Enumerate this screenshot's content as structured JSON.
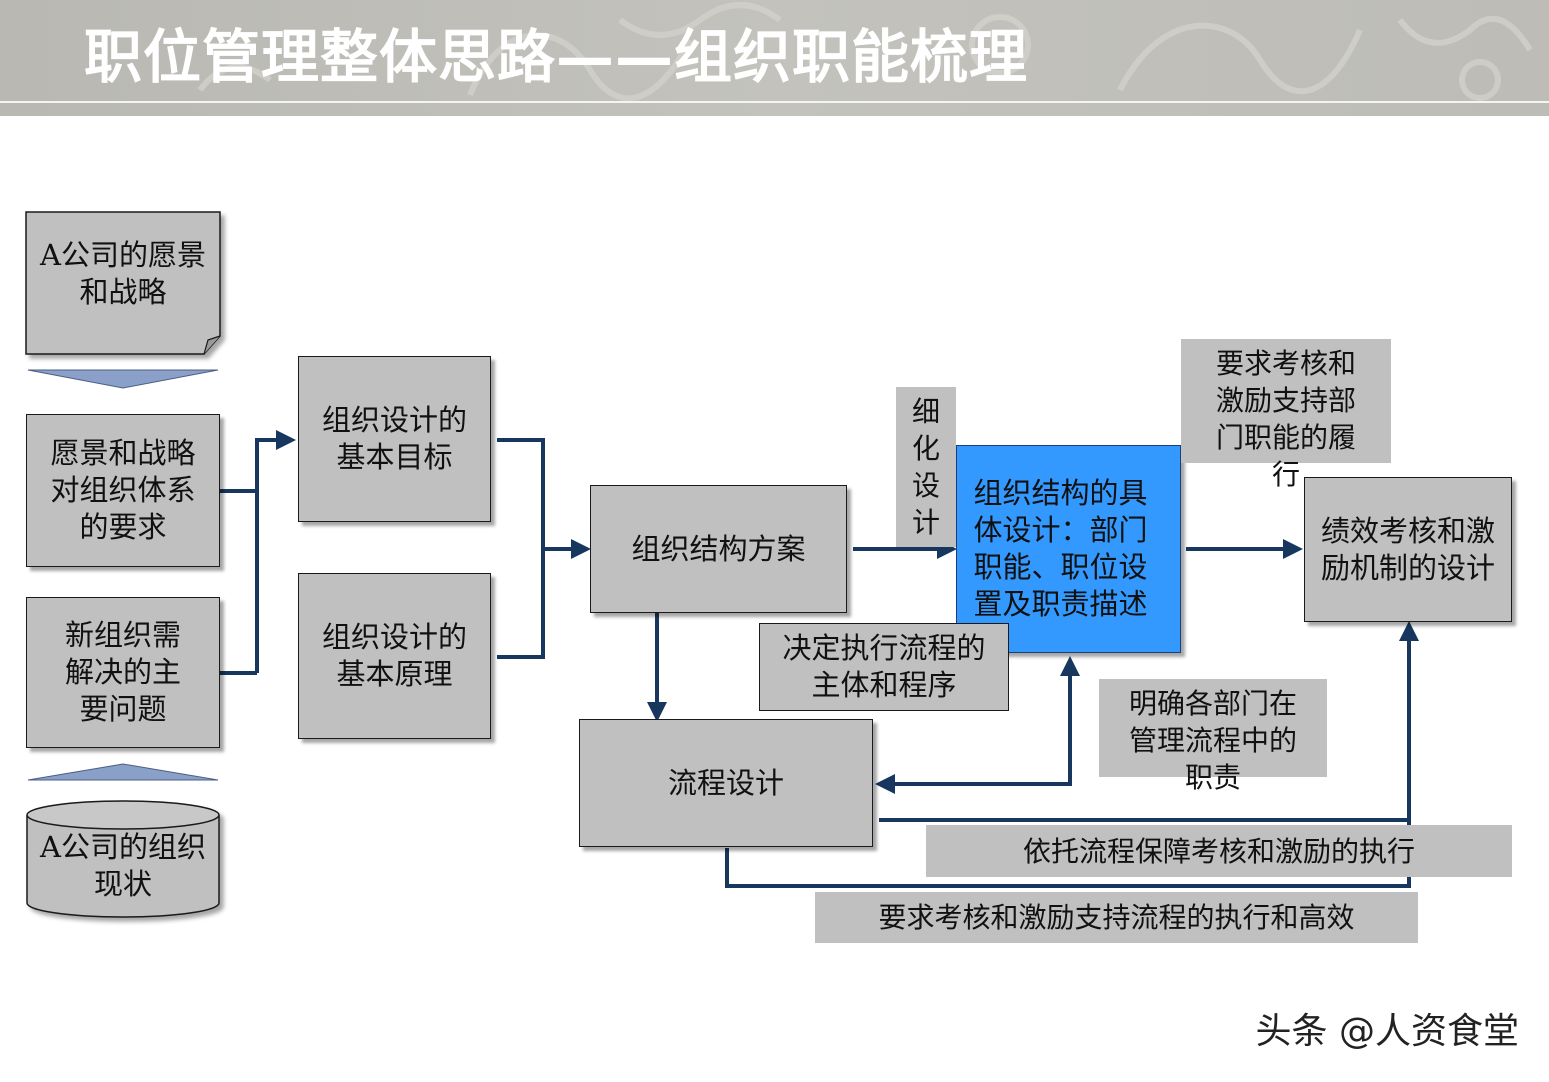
{
  "title": "职位管理整体思路——组织职能梳理",
  "colors": {
    "box_fill": "#c0c0c0",
    "highlight_fill": "#3399ff",
    "connector": "#17375e",
    "header_bg": "#bebdb7"
  },
  "nodes": {
    "vision": "A公司的愿景和战略",
    "requirements": "愿景和战略对组织体系的要求",
    "problems": "新组织需解决的主要问题",
    "current": "A公司的组织现状",
    "goals": "组织设计的基本目标",
    "principles": "组织设计的基本原理",
    "plan": "组织结构方案",
    "detailed": "组织结构的具体设计：部门职能、职位设置及职责描述",
    "process": "流程设计",
    "performance": "绩效考核和激励机制的设计"
  },
  "labels": {
    "refine": "细化设计",
    "support_dept": "要求考核和激励支持部门职能的履行",
    "decide_flow": "决定执行流程的主体和程序",
    "clarify": "明确各部门在管理流程中的职责",
    "rely_flow": "依托流程保障考核和激励的执行",
    "support_flow": "要求考核和激励支持流程的执行和高效"
  },
  "watermark": "头条 @人资食堂"
}
